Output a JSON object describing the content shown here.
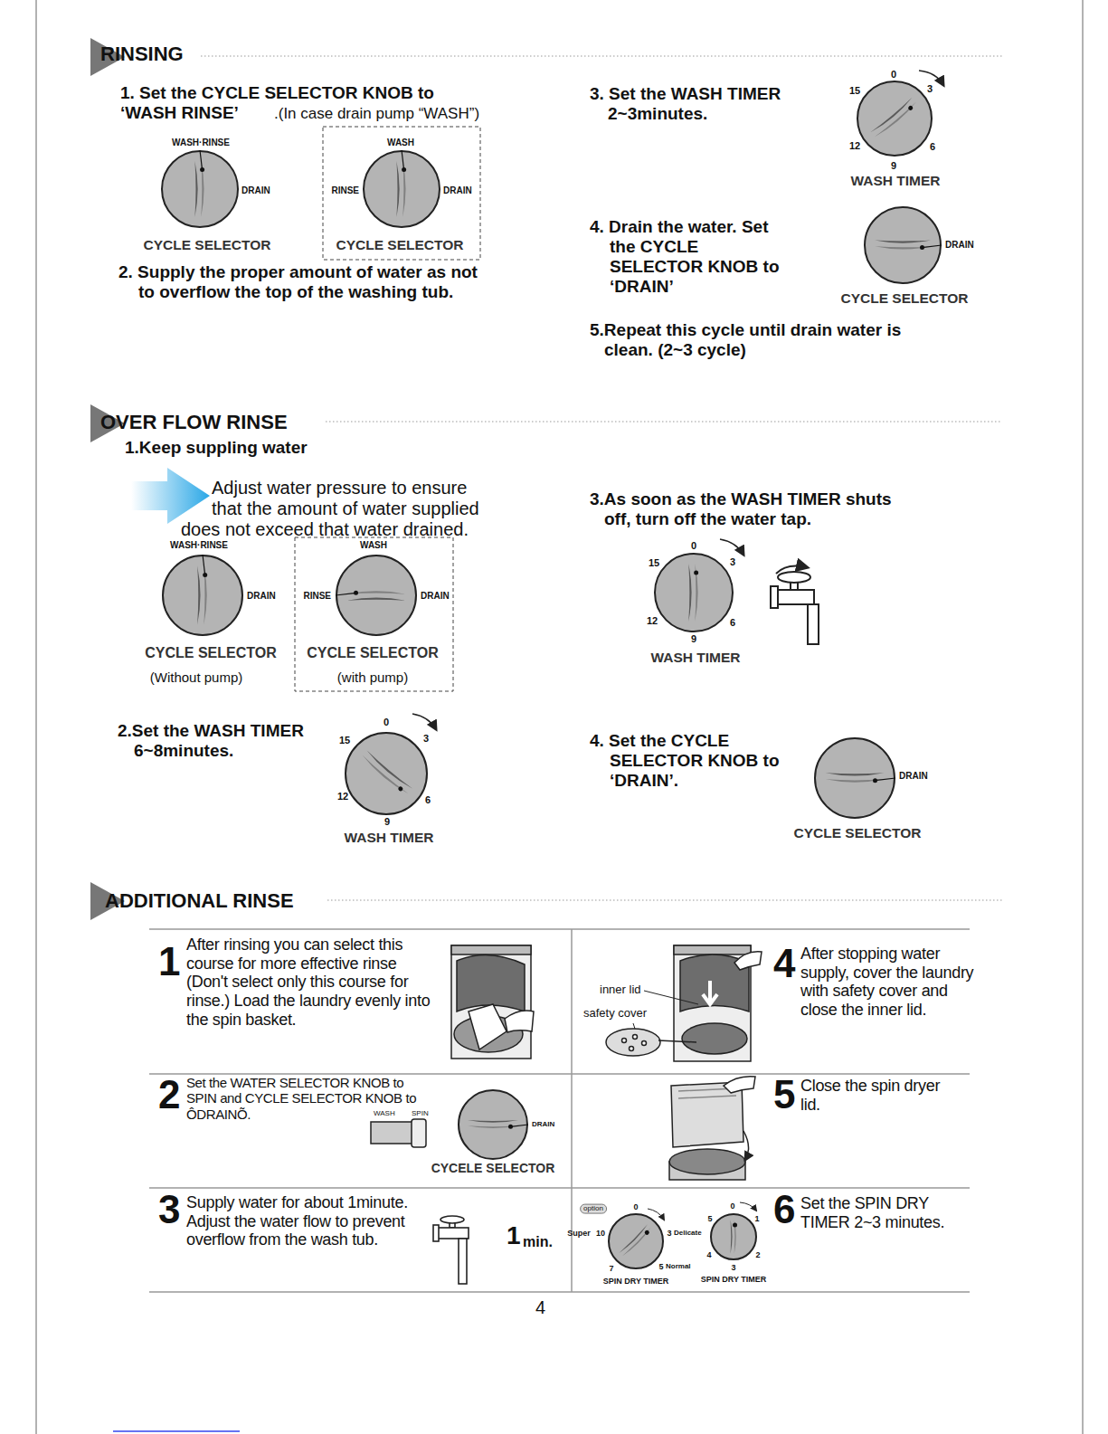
{
  "diagram": {
    "nodes": [
      {
        "text": [
          "WASH·RINSE",
          "DRAIN",
          "CYCLE SELECTOR"
        ]
      },
      {
        "text": [
          "WASH",
          "RINSE",
          "DRAIN",
          "CYCLE SELECTOR"
        ]
      },
      {
        "text": [
          "0",
          "3",
          "6",
          "9",
          "12",
          "15",
          "WASH TIMER"
        ]
      },
      {
        "text": [
          "DRAIN",
          "CYCLE SELECTOR"
        ]
      },
      {
        "text": [
          "WASH·RINSE",
          "DRAIN",
          "CYCLE SELECTOR",
          "(Without pump)"
        ]
      },
      {
        "text": [
          "WASH",
          "RINSE",
          "DRAIN",
          "CYCLE SELECTOR",
          "(with pump)"
        ]
      },
      {
        "text": [
          "0",
          "3",
          "6",
          "9",
          "12",
          "15",
          "WASH TIMER"
        ]
      },
      {
        "text": [
          "0",
          "3",
          "6",
          "9",
          "12",
          "15",
          "WASH TIMER"
        ]
      },
      {
        "text": [
          "DRAIN",
          "CYCLE SELECTOR"
        ]
      },
      {
        "text": [
          "1",
          "After rinsing you can select this course for more effective rinse (Don't select only this course for rinse.) Load the laundry evenly into the spin basket."
        ]
      },
      {
        "text": [
          "4",
          "After stopping water supply, cover the laundry with safety cover and close the inner lid."
        ]
      },
      {
        "text": [
          "2",
          "Set the WATER SELECTOR KNOB to SPIN and CYCLE SELECTOR KNOB to ÔDRAINÕ."
        ]
      },
      {
        "text": [
          "DRAIN",
          "CYCELE SELECTOR"
        ],
        "in": 11
      },
      {
        "text": [
          "5",
          "Close the spin dryer lid."
        ]
      },
      {
        "text": [
          "3",
          "Supply water for about 1minute. Adjust the water flow to prevent overflow from the wash tub."
        ]
      },
      {
        "text": [
          "6",
          "Set the SPIN DRY TIMER 2~3 minutes."
        ]
      },
      {
        "text": [
          "option",
          "Super",
          "10",
          "0",
          "3",
          "Delicate",
          "5",
          "Normal",
          "7",
          "SPIN DRY TIMER"
        ],
        "in": 15
      },
      {
        "text": [
          "0",
          "1",
          "2",
          "3",
          "4",
          "5",
          "SPIN DRY TIMER"
        ],
        "in": 15
      }
    ],
    "labels": [
      "RINSING",
      "1. Set the CYCLE SELECTOR KNOB to ‘WASH RINSE’",
      ".(In case drain pump “WASH”)",
      "2. Supply the proper amount of water as not to overflow the top of the washing tub.",
      "3. Set the WASH TIMER 2~3minutes.",
      "4. Drain the water. Set the CYCLE SELECTOR KNOB to ‘DRAIN’",
      "5.Repeat this cycle until drain water is clean. (2~3 cycle)",
      "OVER FLOW RINSE",
      "1.Keep suppling water",
      "Adjust water pressure to ensure that the amount of water supplied does not exceed that water drained.",
      "2.Set the WASH TIMER 6~8minutes.",
      "3.As soon as the WASH TIMER shuts off, turn off the water tap.",
      "4. Set the CYCLE SELECTOR KNOB to ‘DRAIN’.",
      "ADDITIONAL RINSE",
      "inner lid",
      "safety cover",
      "WASH",
      "SPIN",
      "1",
      "min.",
      "4"
    ]
  }
}
